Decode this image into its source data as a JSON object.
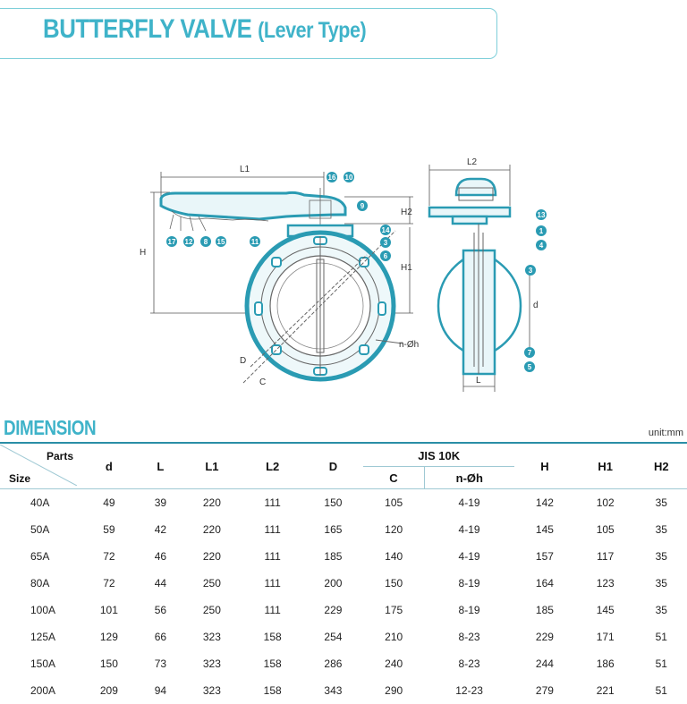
{
  "header": {
    "title_main": "BUTTERFLY VALVE",
    "title_sub": "(Lever Type)"
  },
  "drawing": {
    "front_labels": {
      "L1": "L1",
      "H": "H",
      "H1": "H1",
      "H2": "H2",
      "D": "D",
      "C": "C",
      "noh": "n-Øh"
    },
    "side_labels": {
      "L2": "L2",
      "L": "L",
      "d": "d"
    },
    "callouts_front": [
      "16",
      "10",
      "9",
      "14",
      "3",
      "6",
      "11",
      "17",
      "12",
      "8",
      "15"
    ],
    "callouts_side": [
      "13",
      "1",
      "4",
      "3",
      "7",
      "5"
    ]
  },
  "dimension": {
    "title": "DIMENSION",
    "unit": "unit:mm",
    "parts_label": "Parts",
    "size_label": "Size",
    "group_label": "JIS 10K",
    "columns": [
      "d",
      "L",
      "L1",
      "L2",
      "D",
      "C",
      "n-Øh",
      "H",
      "H1",
      "H2"
    ],
    "rows": [
      [
        "40A",
        "49",
        "39",
        "220",
        "111",
        "150",
        "105",
        "4-19",
        "142",
        "102",
        "35"
      ],
      [
        "50A",
        "59",
        "42",
        "220",
        "111",
        "165",
        "120",
        "4-19",
        "145",
        "105",
        "35"
      ],
      [
        "65A",
        "72",
        "46",
        "220",
        "111",
        "185",
        "140",
        "4-19",
        "157",
        "117",
        "35"
      ],
      [
        "80A",
        "72",
        "44",
        "250",
        "111",
        "200",
        "150",
        "8-19",
        "164",
        "123",
        "35"
      ],
      [
        "100A",
        "101",
        "56",
        "250",
        "111",
        "229",
        "175",
        "8-19",
        "185",
        "145",
        "35"
      ],
      [
        "125A",
        "129",
        "66",
        "323",
        "158",
        "254",
        "210",
        "8-23",
        "229",
        "171",
        "51"
      ],
      [
        "150A",
        "150",
        "73",
        "323",
        "158",
        "286",
        "240",
        "8-23",
        "244",
        "186",
        "51"
      ],
      [
        "200A",
        "209",
        "94",
        "323",
        "158",
        "343",
        "290",
        "12-23",
        "279",
        "221",
        "51"
      ]
    ]
  }
}
